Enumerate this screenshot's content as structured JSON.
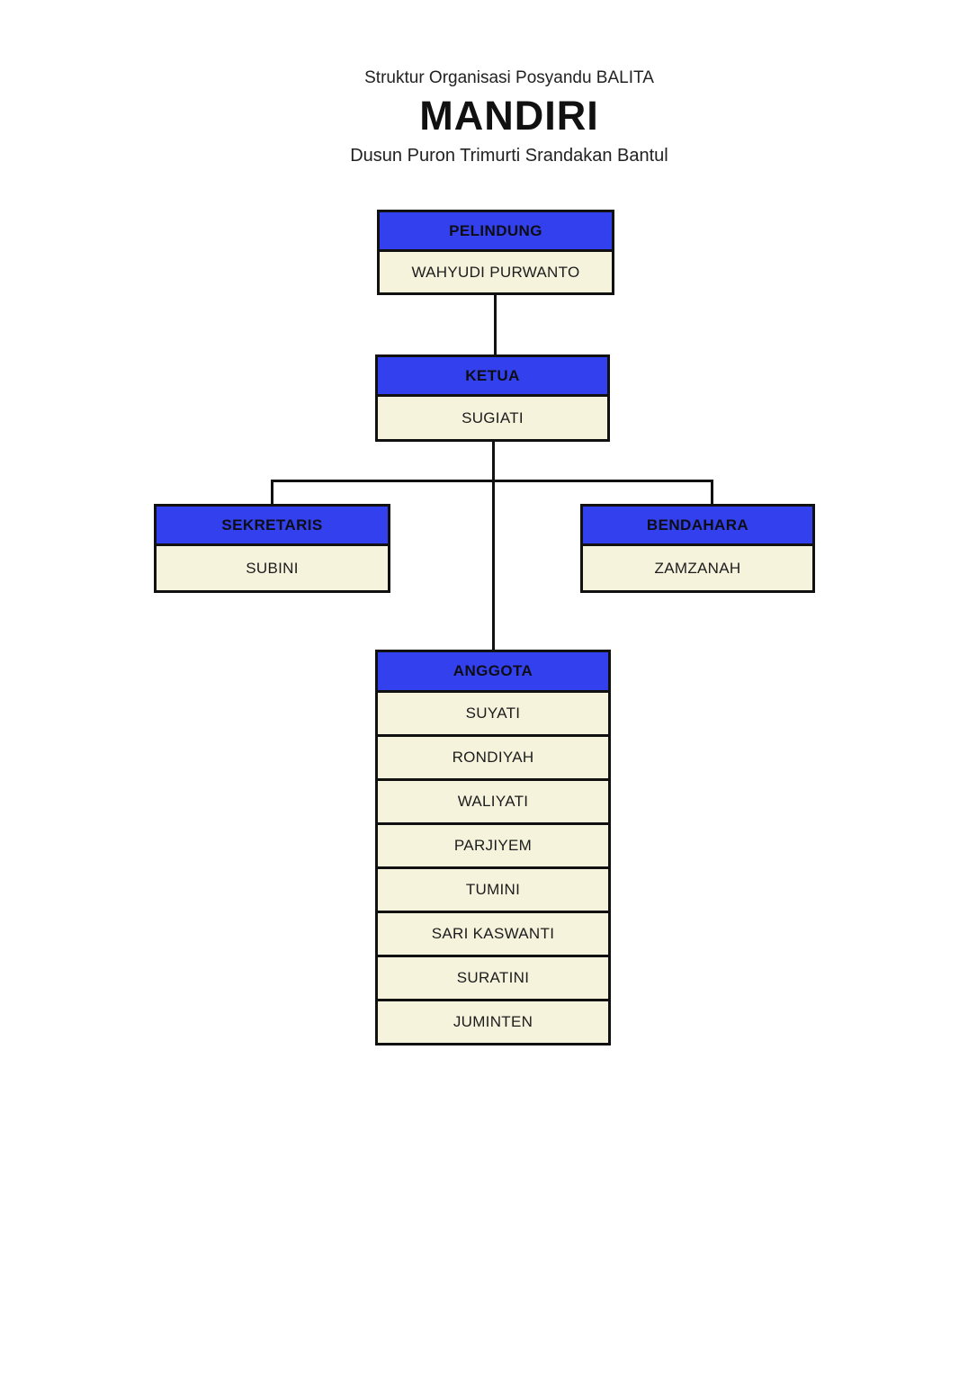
{
  "header": {
    "line1": "Struktur Organisasi Posyandu BALITA",
    "line2": "MANDIRI",
    "line3": "Dusun Puron Trimurti Srandakan Bantul"
  },
  "colors": {
    "node_header_bg": "#3340ee",
    "node_body_bg": "#f6f3dd",
    "border": "#111111",
    "page_bg": "#ffffff"
  },
  "org": {
    "pelindung": {
      "title": "PELINDUNG",
      "name": "WAHYUDI PURWANTO"
    },
    "ketua": {
      "title": "KETUA",
      "name": "SUGIATI"
    },
    "sekretaris": {
      "title": "SEKRETARIS",
      "name": "SUBINI"
    },
    "bendahara": {
      "title": "BENDAHARA",
      "name": "ZAMZANAH"
    },
    "anggota": {
      "title": "ANGGOTA",
      "members": [
        "SUYATI",
        "RONDIYAH",
        "WALIYATI",
        "PARJIYEM",
        "TUMINI",
        "SARI KASWANTI",
        "SURATINI",
        "JUMINTEN"
      ]
    }
  }
}
